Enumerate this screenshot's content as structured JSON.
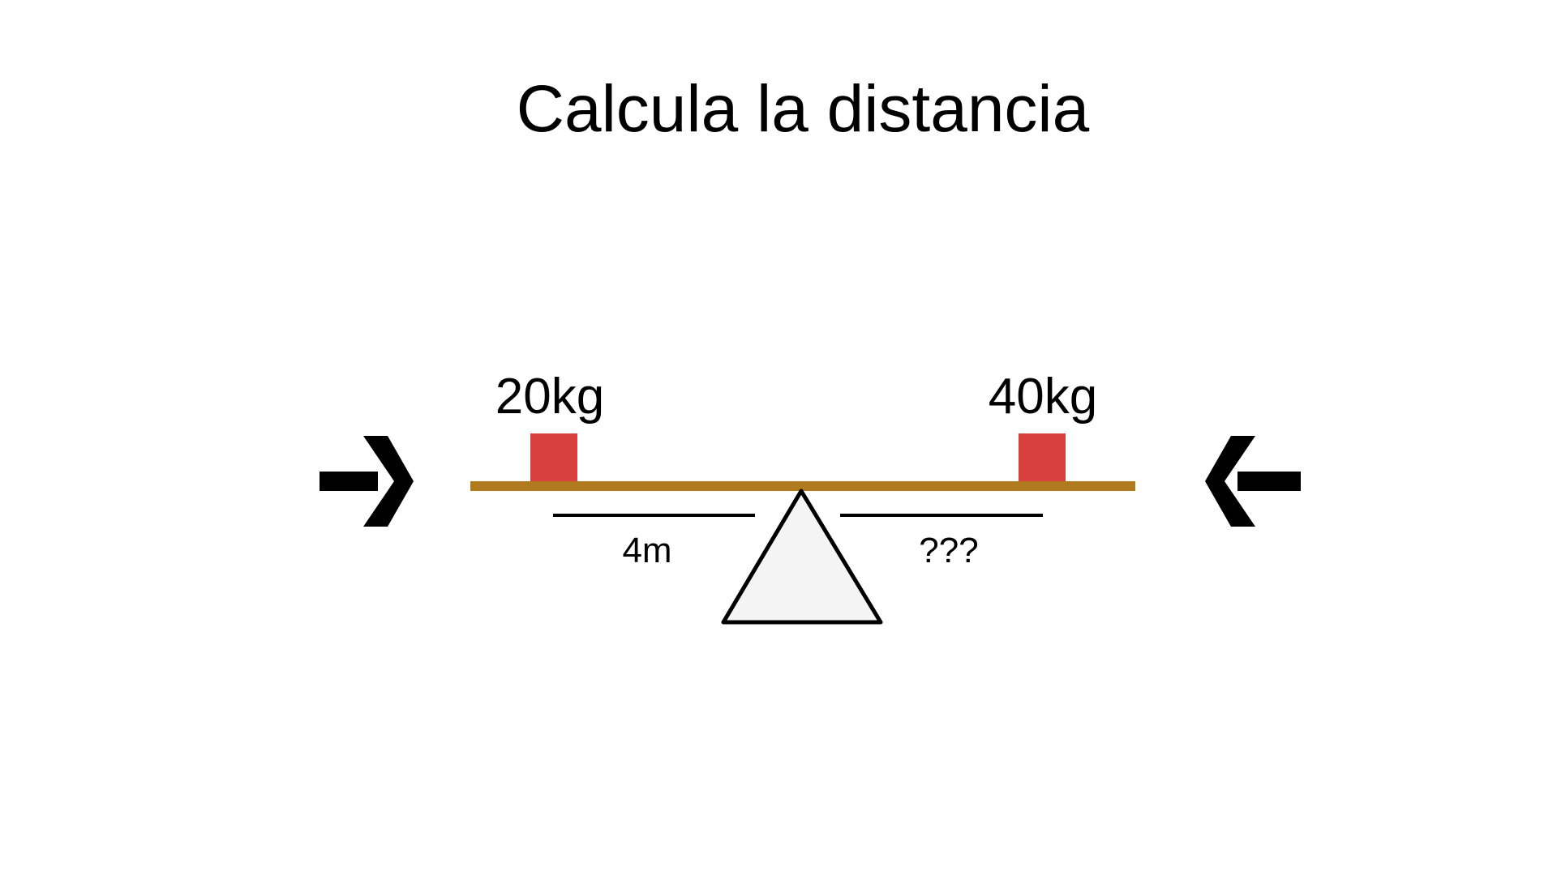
{
  "slide": {
    "title": "Calcula la distancia"
  },
  "diagram": {
    "left_weight": "20kg",
    "right_weight": "40kg",
    "left_distance": "4m",
    "right_distance": "???"
  },
  "icons": {
    "left_arrow": "arrow-right-icon",
    "right_arrow": "arrow-left-icon"
  },
  "colors": {
    "beam": "#B07A1E",
    "weight_block": "#D93F3F",
    "fulcrum_fill": "#F4F4F4",
    "stroke": "#000000"
  }
}
